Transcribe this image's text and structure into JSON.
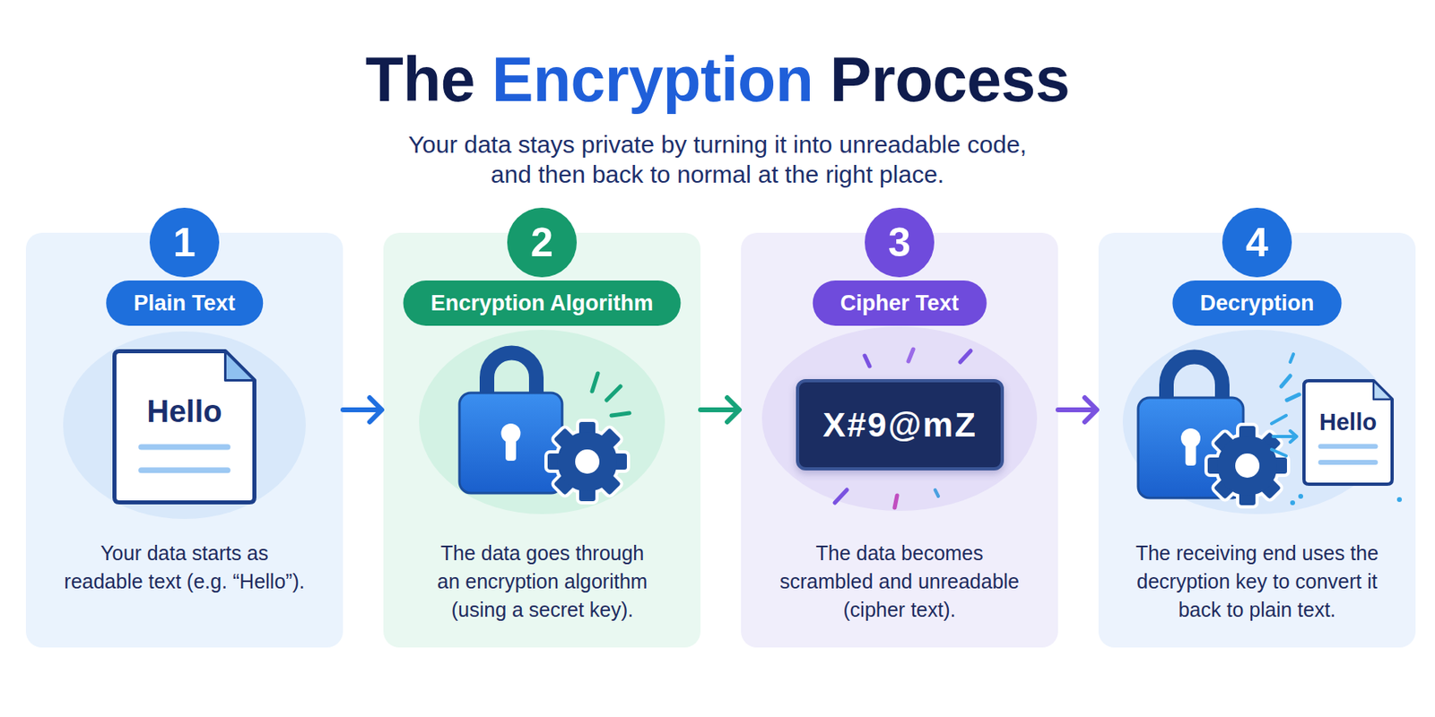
{
  "diagram": {
    "title": "The Encryption Process",
    "nodes": [
      {
        "text": [
          "Plain Text",
          "Your data starts as readable text (e.g. “Hello”)."
        ]
      },
      {
        "text": [
          "1"
        ],
        "in": 0
      },
      {
        "text": [
          "Hello"
        ],
        "in": 0
      },
      {
        "text": [
          "Encryption Algorithm",
          "The data goes through an encryption algorithm (using a secret key)."
        ]
      },
      {
        "text": [
          "2"
        ],
        "in": 3
      },
      {
        "text": [
          "Cipher Text",
          "The data becomes scrambled and unreadable (cipher text)."
        ]
      },
      {
        "text": [
          "3"
        ],
        "in": 5
      },
      {
        "text": [
          "X#9@mZ"
        ],
        "in": 5
      },
      {
        "text": [
          "Decryption",
          "The receiving end uses the decryption key to convert it back to plain text."
        ]
      },
      {
        "text": [
          "4"
        ],
        "in": 8
      },
      {
        "text": [
          "Hello"
        ],
        "in": 8
      }
    ],
    "edges": [
      {
        "from": 0,
        "to": 3,
        "arrow": "to"
      },
      {
        "from": 3,
        "to": 5,
        "arrow": "to"
      },
      {
        "from": 5,
        "to": 8,
        "arrow": "to"
      }
    ],
    "labels": [
      "Your data stays private by turning it into unreadable code, and then back to normal at the right place."
    ]
  }
}
